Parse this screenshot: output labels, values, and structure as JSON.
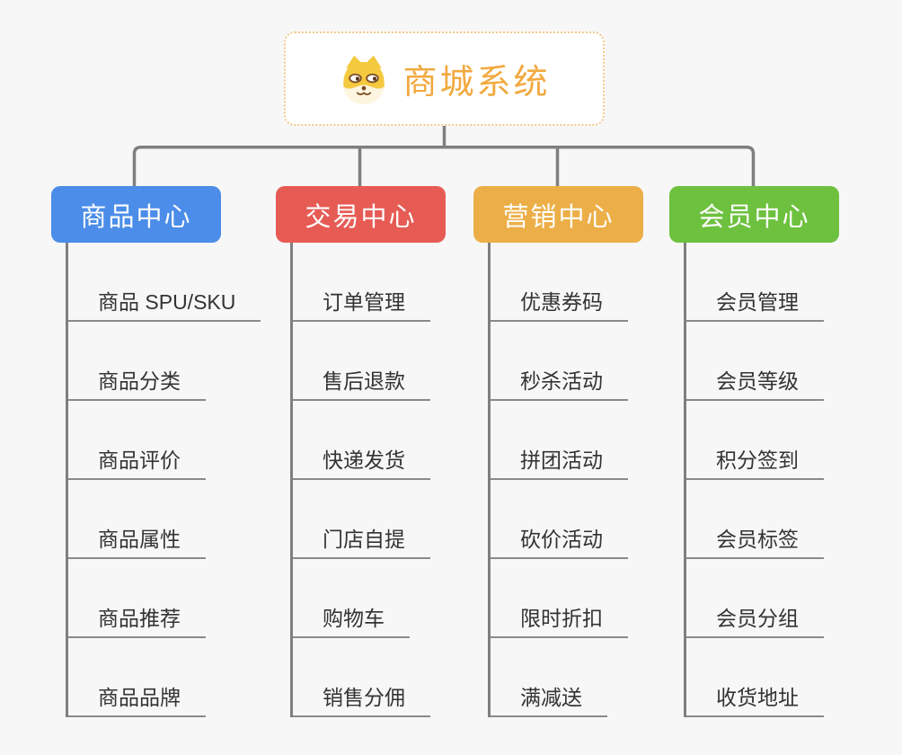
{
  "root": {
    "title": "商城系统",
    "icon": "shiba-dog-icon"
  },
  "branches": [
    {
      "label": "商品中心",
      "color": "#4B8DE8",
      "items": [
        "商品 SPU/SKU",
        "商品分类",
        "商品评价",
        "商品属性",
        "商品推荐",
        "商品品牌"
      ]
    },
    {
      "label": "交易中心",
      "color": "#E65C55",
      "items": [
        "订单管理",
        "售后退款",
        "快递发货",
        "门店自提",
        "购物车",
        "销售分佣"
      ]
    },
    {
      "label": "营销中心",
      "color": "#ECAF48",
      "items": [
        "优惠券码",
        "秒杀活动",
        "拼团活动",
        "砍价活动",
        "限时折扣",
        "满减送"
      ]
    },
    {
      "label": "会员中心",
      "color": "#6DC13F",
      "items": [
        "会员管理",
        "会员等级",
        "积分签到",
        "会员标签",
        "会员分组",
        "收货地址"
      ]
    }
  ],
  "palette": {
    "background": "#F7F7F7",
    "connector_line": "#7F7F7F",
    "item_text": "#333333",
    "item_underline": "#8A8A8A",
    "root_text": "#F2A93F",
    "root_border": "#F3C987"
  }
}
